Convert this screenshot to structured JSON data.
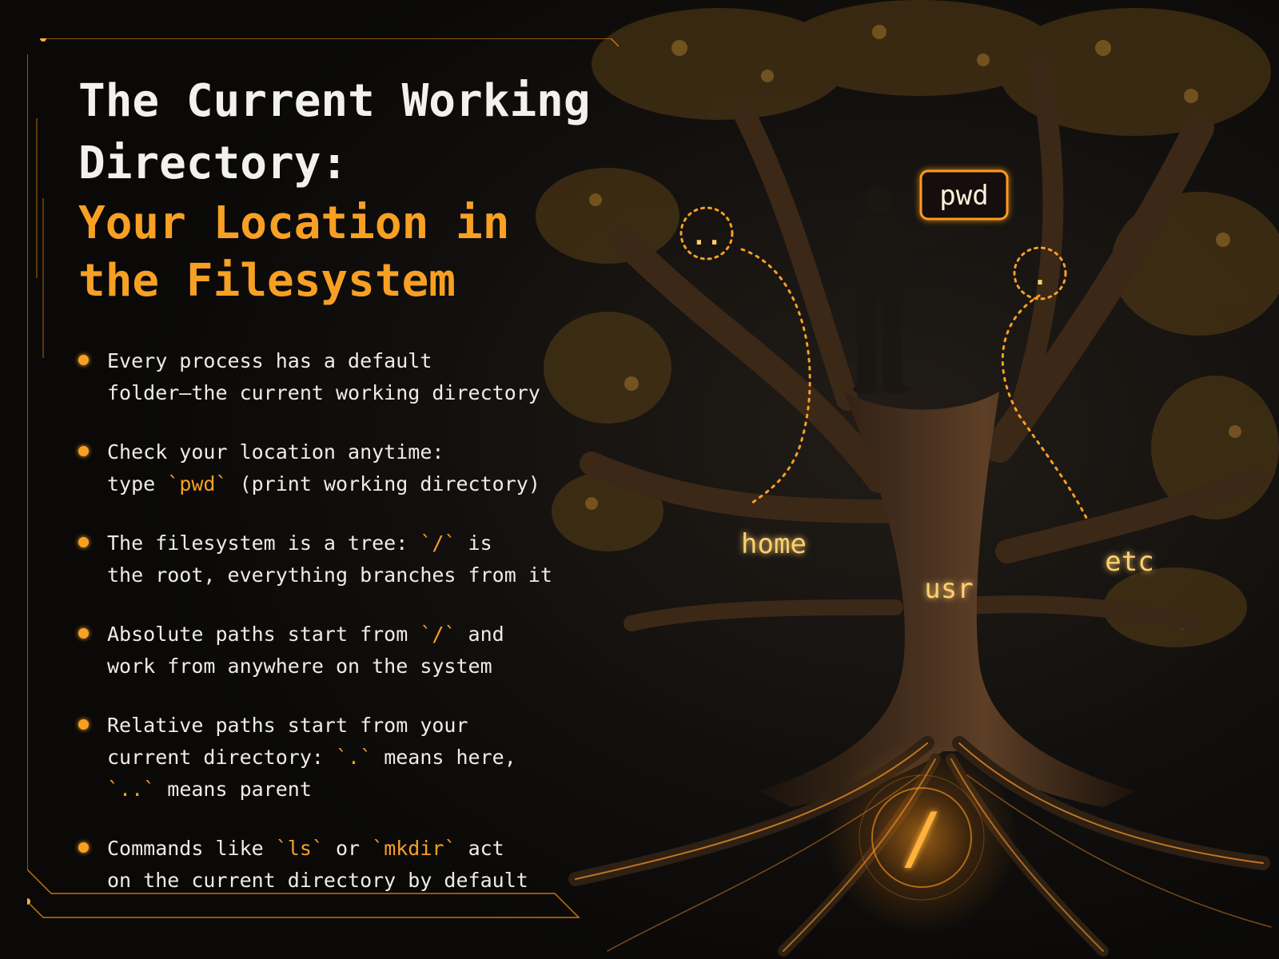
{
  "title": {
    "line1": "The Current Working",
    "line2": "Directory:",
    "line3": "Your Location in",
    "line4": "the Filesystem"
  },
  "bullets": [
    {
      "parts": [
        [
          {
            "t": "Every process has a default"
          }
        ],
        [
          {
            "t": "folder—the current working directory"
          }
        ]
      ]
    },
    {
      "parts": [
        [
          {
            "t": "Check your location anytime:"
          }
        ],
        [
          {
            "t": "type "
          },
          {
            "t": "`pwd`",
            "c": true
          },
          {
            "t": " (print working directory)"
          }
        ]
      ]
    },
    {
      "parts": [
        [
          {
            "t": "The filesystem is a tree: "
          },
          {
            "t": "`/`",
            "c": true
          },
          {
            "t": " is"
          }
        ],
        [
          {
            "t": "the root, everything branches from it"
          }
        ]
      ]
    },
    {
      "parts": [
        [
          {
            "t": "Absolute paths start from "
          },
          {
            "t": "`/`",
            "c": true
          },
          {
            "t": " and"
          }
        ],
        [
          {
            "t": "work from anywhere on the system"
          }
        ]
      ]
    },
    {
      "parts": [
        [
          {
            "t": "Relative paths start from your"
          }
        ],
        [
          {
            "t": "current directory: "
          },
          {
            "t": "`.`",
            "c": true
          },
          {
            "t": " means here,"
          }
        ],
        [
          {
            "t": "`..`",
            "c": true
          },
          {
            "t": " means parent"
          }
        ]
      ]
    },
    {
      "parts": [
        [
          {
            "t": "Commands like "
          },
          {
            "t": "`ls`",
            "c": true
          },
          {
            "t": " or "
          },
          {
            "t": "`mkdir`",
            "c": true
          },
          {
            "t": " act"
          }
        ],
        [
          {
            "t": "on the current directory by default"
          }
        ]
      ]
    }
  ],
  "tree": {
    "command_box": "pwd",
    "parent_marker": "..",
    "current_marker": ".",
    "branches": [
      "home",
      "usr",
      "etc"
    ],
    "root": "/"
  },
  "colors": {
    "accent": "#f7a024",
    "glow": "#ffb340",
    "background": "#0c0b0a",
    "text": "#eeece8"
  },
  "icons": [
    "person-silhouette",
    "tree-illustration",
    "root-glyph"
  ]
}
